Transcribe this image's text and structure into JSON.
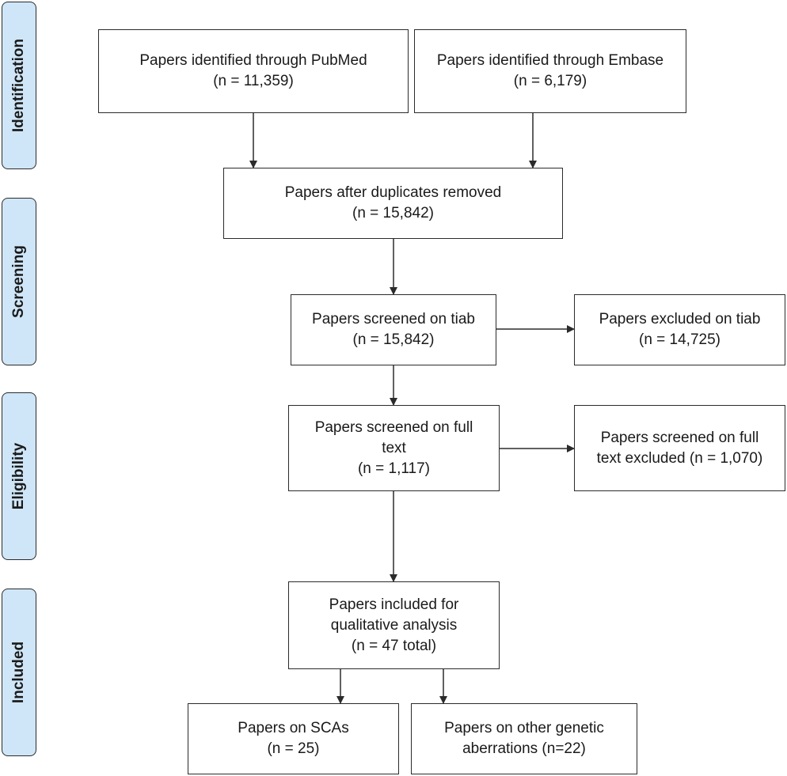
{
  "phases": {
    "identification": "Identification",
    "screening": "Screening",
    "eligibility": "Eligibility",
    "included": "Included"
  },
  "boxes": {
    "pubmed": {
      "title": "Papers identified through PubMed",
      "count": "(n =  11,359)"
    },
    "embase": {
      "title": "Papers identified through Embase",
      "count": "(n =  6,179)"
    },
    "dedup": {
      "title": "Papers after duplicates removed",
      "count": "(n =  15,842)"
    },
    "screened_tiab": {
      "title": "Papers screened on tiab",
      "count": "(n = 15,842)"
    },
    "excluded_tiab": {
      "title": "Papers excluded on tiab",
      "count": "(n = 14,725)"
    },
    "screened_fulltext": {
      "line1": "Papers screened on full",
      "line2": "text",
      "count": "(n = 1,117)"
    },
    "excluded_fulltext": {
      "line1": "Papers screened on full",
      "line2": "text excluded (n = 1,070)"
    },
    "included": {
      "line1": "Papers included for",
      "line2": "qualitative analysis",
      "count": "(n = 47 total)"
    },
    "scas": {
      "title": "Papers on SCAs",
      "count": "(n = 25)"
    },
    "other": {
      "line1": "Papers on other genetic",
      "line2": "aberrations (n=22)"
    }
  },
  "colors": {
    "phase_fill": "#cfe6f8",
    "stroke": "#2b2b2b"
  }
}
